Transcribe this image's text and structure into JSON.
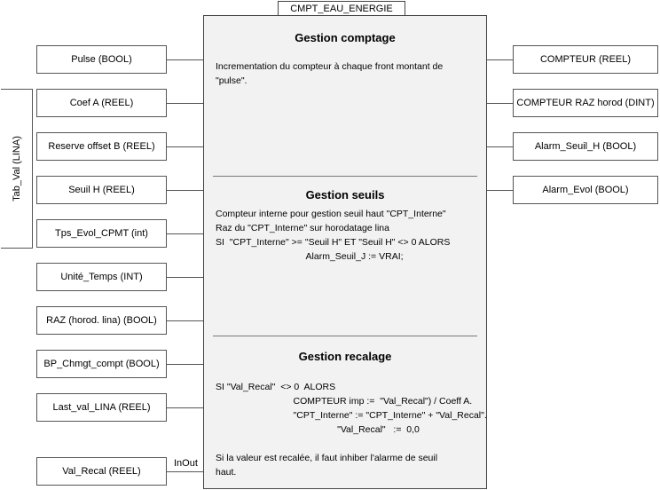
{
  "block": {
    "name": "CMPT_EAU_ENERGIE",
    "sections": [
      {
        "title": "Gestion comptage",
        "lines": [
          "Incrementation du compteur à chaque front montant de",
          "\"pulse\"."
        ]
      },
      {
        "title": "Gestion seuils",
        "lines": [
          "Compteur interne pour gestion seuil haut \"CPT_Interne\"",
          "Raz du \"CPT_Interne\" sur horodatage lina",
          "SI  \"CPT_Interne\" >= \"Seuil H\" ET \"Seuil H\" <> 0 ALORS",
          "                                   Alarm_Seuil_J := VRAI;"
        ]
      },
      {
        "title": "Gestion recalage",
        "lines": [
          "SI \"Val_Recal\"  <> 0  ALORS",
          "                              COMPTEUR imp :=  \"Val_Recal\") / Coeff A.",
          "                              \"CPT_Interne\" := \"CPT_Interne\" + \"Val_Recal\".",
          "                                               \"Val_Recal\"   :=  0,0",
          "",
          "Si la valeur est recalée, il faut inhiber l'alarme de seuil",
          "haut."
        ]
      }
    ]
  },
  "inputs": [
    "Pulse (BOOL)",
    "Coef A (REEL)",
    "Reserve offset B (REEL)",
    "Seuil H (REEL)",
    "Tps_Evol_CPMT (int)",
    "Unité_Temps (INT)",
    "RAZ (horod. lina) (BOOL)",
    "BP_Chmgt_compt (BOOL)",
    "Last_val_LINA (REEL)",
    "Val_Recal (REEL)"
  ],
  "outputs": [
    "COMPTEUR (REEL)",
    "COMPTEUR RAZ horod (DINT)",
    "Alarm_Seuil_H (BOOL)",
    "Alarm_Evol (BOOL)"
  ],
  "group_label": "Tab_Val (LINA)",
  "inout_label": "InOut"
}
